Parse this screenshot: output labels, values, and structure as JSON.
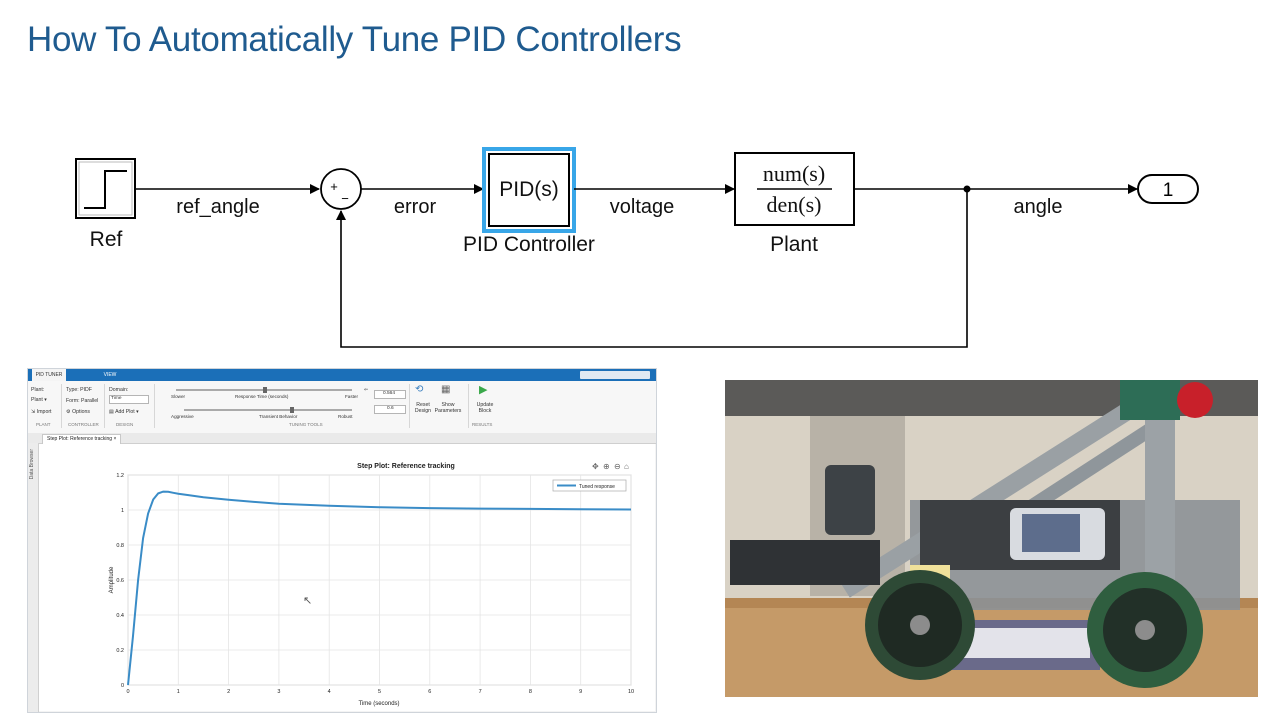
{
  "slide": {
    "title": "How To Automatically Tune PID Controllers"
  },
  "diagram": {
    "ref_label": "Ref",
    "signal_ref_angle": "ref_angle",
    "sum_plus": "+",
    "sum_minus": "−",
    "signal_error": "error",
    "pid_block_text": "PID(s)",
    "pid_label": "PID Controller",
    "signal_voltage": "voltage",
    "plant_num": "num(s)",
    "plant_den": "den(s)",
    "plant_label": "Plant",
    "signal_angle": "angle",
    "outport_number": "1"
  },
  "tuner": {
    "tabs": [
      "PID TUNER",
      "VIEW"
    ],
    "ribbon": {
      "plant_label": "Plant:",
      "plant_value": "Plant ▾",
      "import_label": "Import",
      "plant_section": "PLANT",
      "type_label": "Type: PIDF",
      "form_label": "Form: Parallel",
      "options_label": "Options",
      "controller_section": "CONTROLLER",
      "domain_label": "Domain:",
      "domain_value": "Time",
      "add_plot_label": "Add Plot ▾",
      "design_section": "DESIGN",
      "slower_label": "Slower",
      "response_time_label": "Response Time (seconds)",
      "faster_label": "Faster",
      "aggressive_label": "Aggressive",
      "transient_label": "Transient Behavior",
      "robust_label": "Robust",
      "tuning_section": "TUNING TOOLS",
      "response_time_value": "0.564",
      "transient_value": "0.6",
      "reset_design_label": "Reset Design",
      "show_parameters_label": "Show Parameters",
      "update_block_label": "Update Block",
      "results_section": "RESULTS"
    },
    "doc_tab": "Step Plot: Reference tracking",
    "side_label": "Data Browser"
  },
  "chart_data": {
    "type": "line",
    "title": "Step Plot: Reference tracking",
    "xlabel": "Time (seconds)",
    "ylabel": "Amplitude",
    "xlim": [
      0,
      10
    ],
    "ylim": [
      0,
      1.2
    ],
    "x_ticks": [
      "0",
      "1",
      "2",
      "3",
      "4",
      "5",
      "6",
      "7",
      "8",
      "9",
      "10"
    ],
    "y_ticks": [
      "0",
      "0.2",
      "0.4",
      "0.6",
      "0.8",
      "1",
      "1.2"
    ],
    "grid": true,
    "legend_position": "top-right",
    "series": [
      {
        "name": "Tuned response",
        "color": "#3a8cc7",
        "x": [
          0,
          0.1,
          0.2,
          0.3,
          0.4,
          0.5,
          0.6,
          0.7,
          0.8,
          0.9,
          1.0,
          1.2,
          1.5,
          2.0,
          2.5,
          3.0,
          3.5,
          4.0,
          5.0,
          6.0,
          7.0,
          8.0,
          9.0,
          10.0
        ],
        "y": [
          0,
          0.28,
          0.6,
          0.84,
          0.98,
          1.06,
          1.095,
          1.105,
          1.104,
          1.098,
          1.093,
          1.085,
          1.073,
          1.058,
          1.046,
          1.036,
          1.03,
          1.024,
          1.016,
          1.011,
          1.008,
          1.006,
          1.004,
          1.003
        ]
      }
    ]
  },
  "colors": {
    "title": "#1f5b8f",
    "pid_highlight": "#38a6e8",
    "tuner_tabbar": "#1b6fb8",
    "response_line": "#3a8cc7"
  }
}
